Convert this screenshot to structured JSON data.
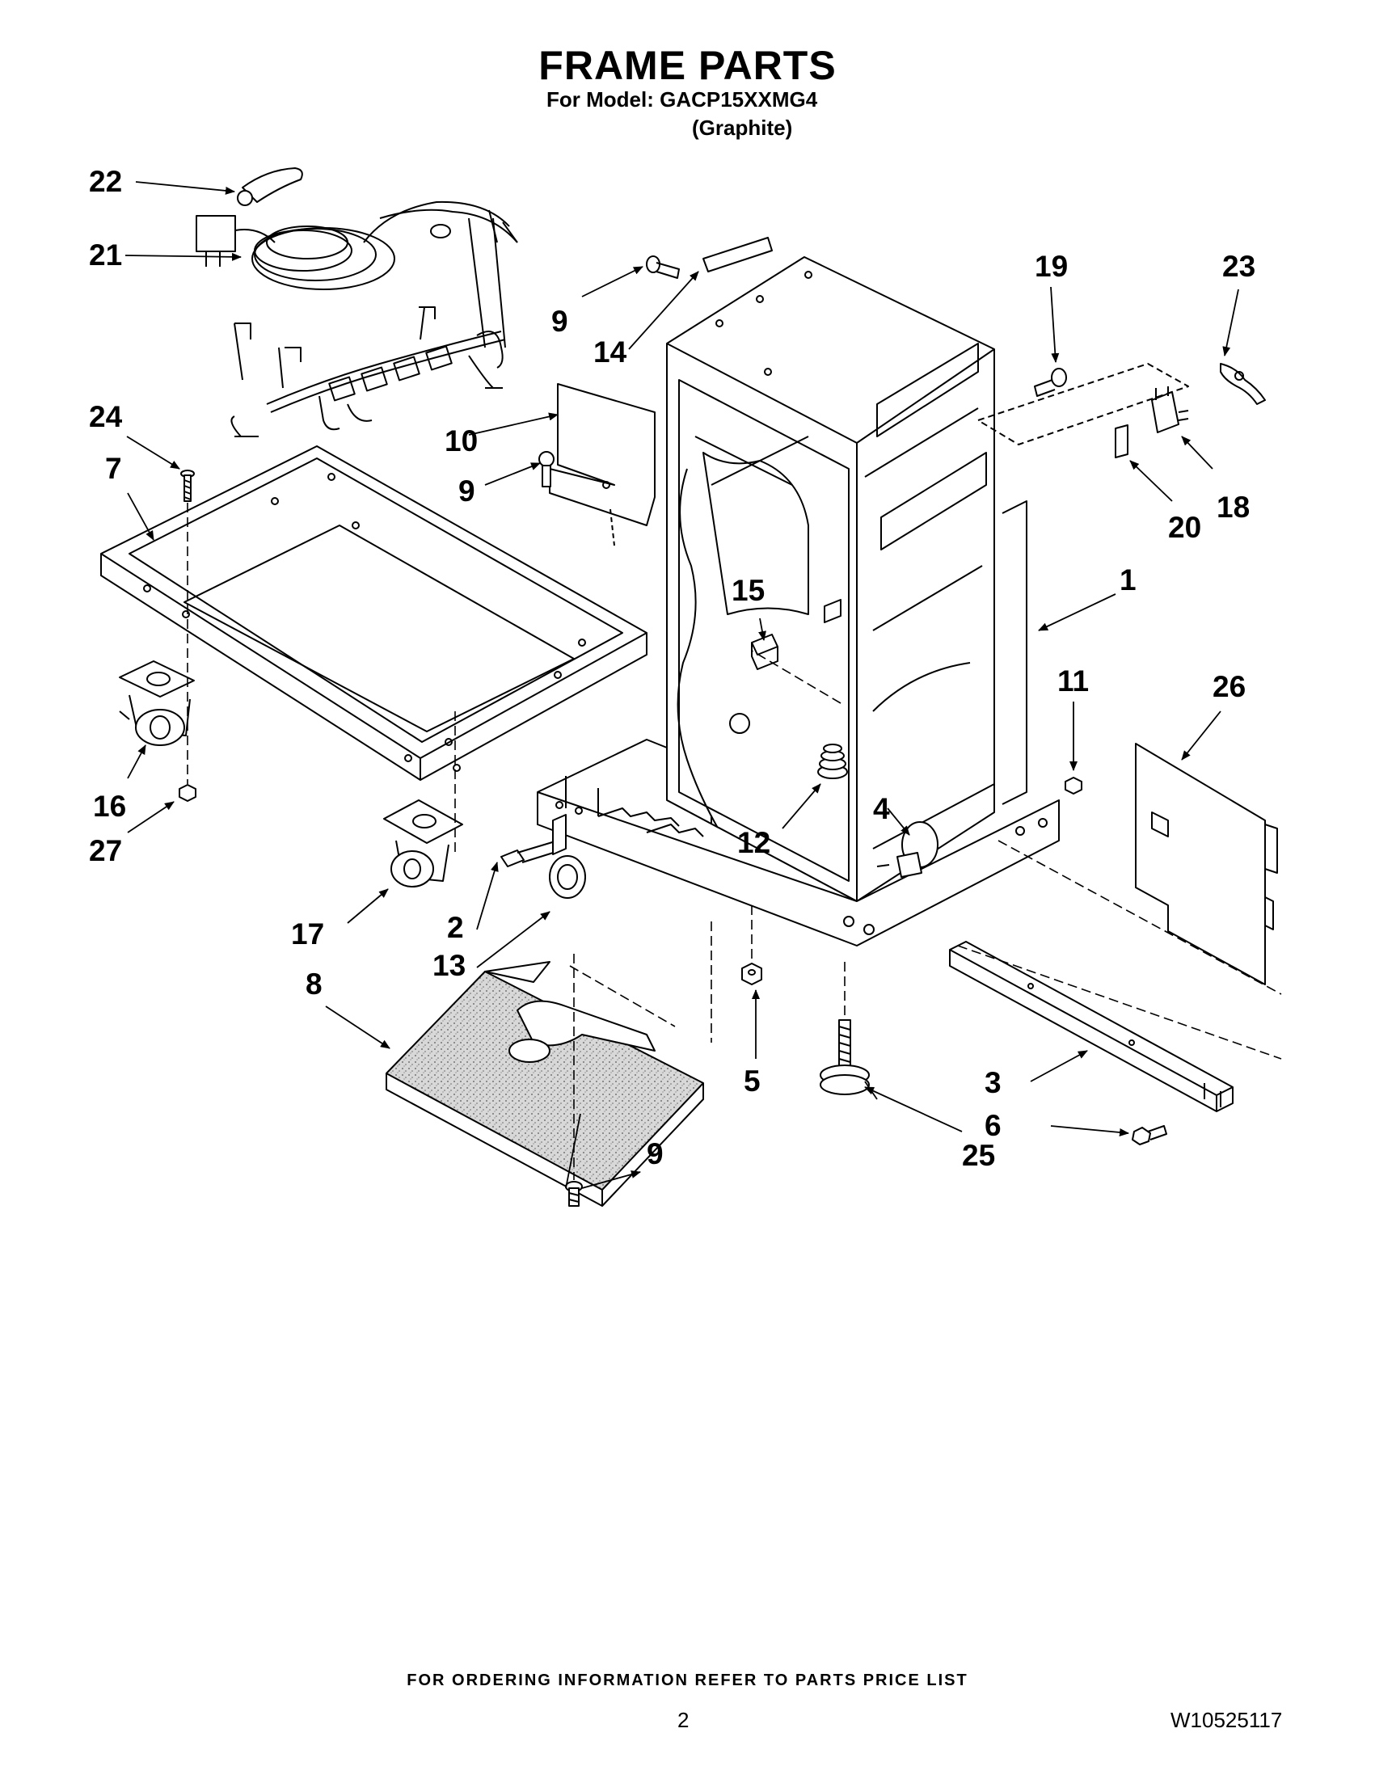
{
  "header": {
    "title": "FRAME PARTS",
    "model_line": "For Model: GACP15XXMG4",
    "color_line": "(Graphite)"
  },
  "callouts": {
    "c1": "1",
    "c2": "2",
    "c3": "3",
    "c4": "4",
    "c5": "5",
    "c6": "6",
    "c7": "7",
    "c8": "8",
    "c9a": "9",
    "c9b": "9",
    "c9c": "9",
    "c10": "10",
    "c11": "11",
    "c12": "12",
    "c13": "13",
    "c14": "14",
    "c15": "15",
    "c16": "16",
    "c17": "17",
    "c18": "18",
    "c19": "19",
    "c20": "20",
    "c21": "21",
    "c22": "22",
    "c23": "23",
    "c24": "24",
    "c25": "25",
    "c26": "26",
    "c27": "27"
  },
  "footer": {
    "ordering_note": "FOR ORDERING INFORMATION REFER TO PARTS PRICE LIST",
    "page_number": "2",
    "doc_number": "W10525117"
  }
}
